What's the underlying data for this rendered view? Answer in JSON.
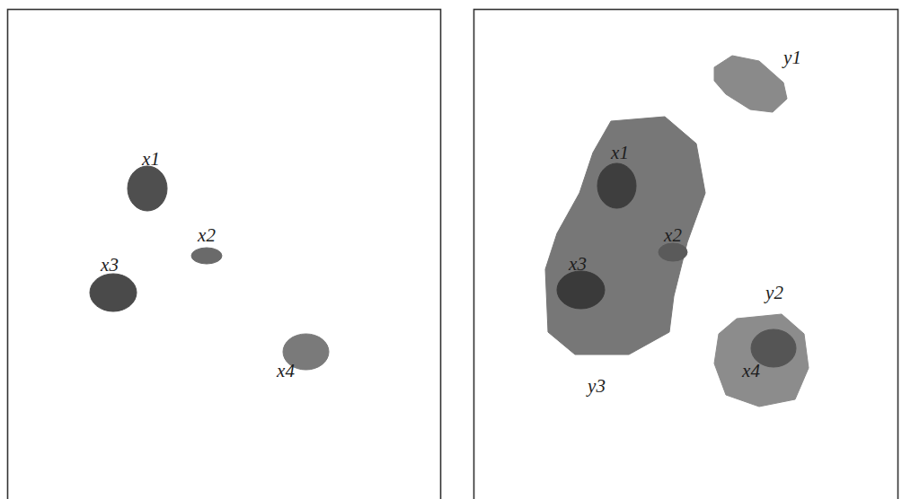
{
  "diagram": {
    "nodes": [
      {
        "text": [
          "x1"
        ]
      },
      {
        "text": [
          "x2"
        ]
      },
      {
        "text": [
          "x3"
        ]
      },
      {
        "text": [
          "x4"
        ]
      },
      {
        "text": [
          "y1"
        ]
      },
      {
        "text": [
          "y3"
        ]
      },
      {
        "text": [
          "x1"
        ],
        "in": 5
      },
      {
        "text": [
          "x2"
        ],
        "in": 5
      },
      {
        "text": [
          "x3"
        ],
        "in": 5
      },
      {
        "text": [
          "y2"
        ]
      },
      {
        "text": [
          "x4"
        ],
        "in": 9
      }
    ]
  }
}
